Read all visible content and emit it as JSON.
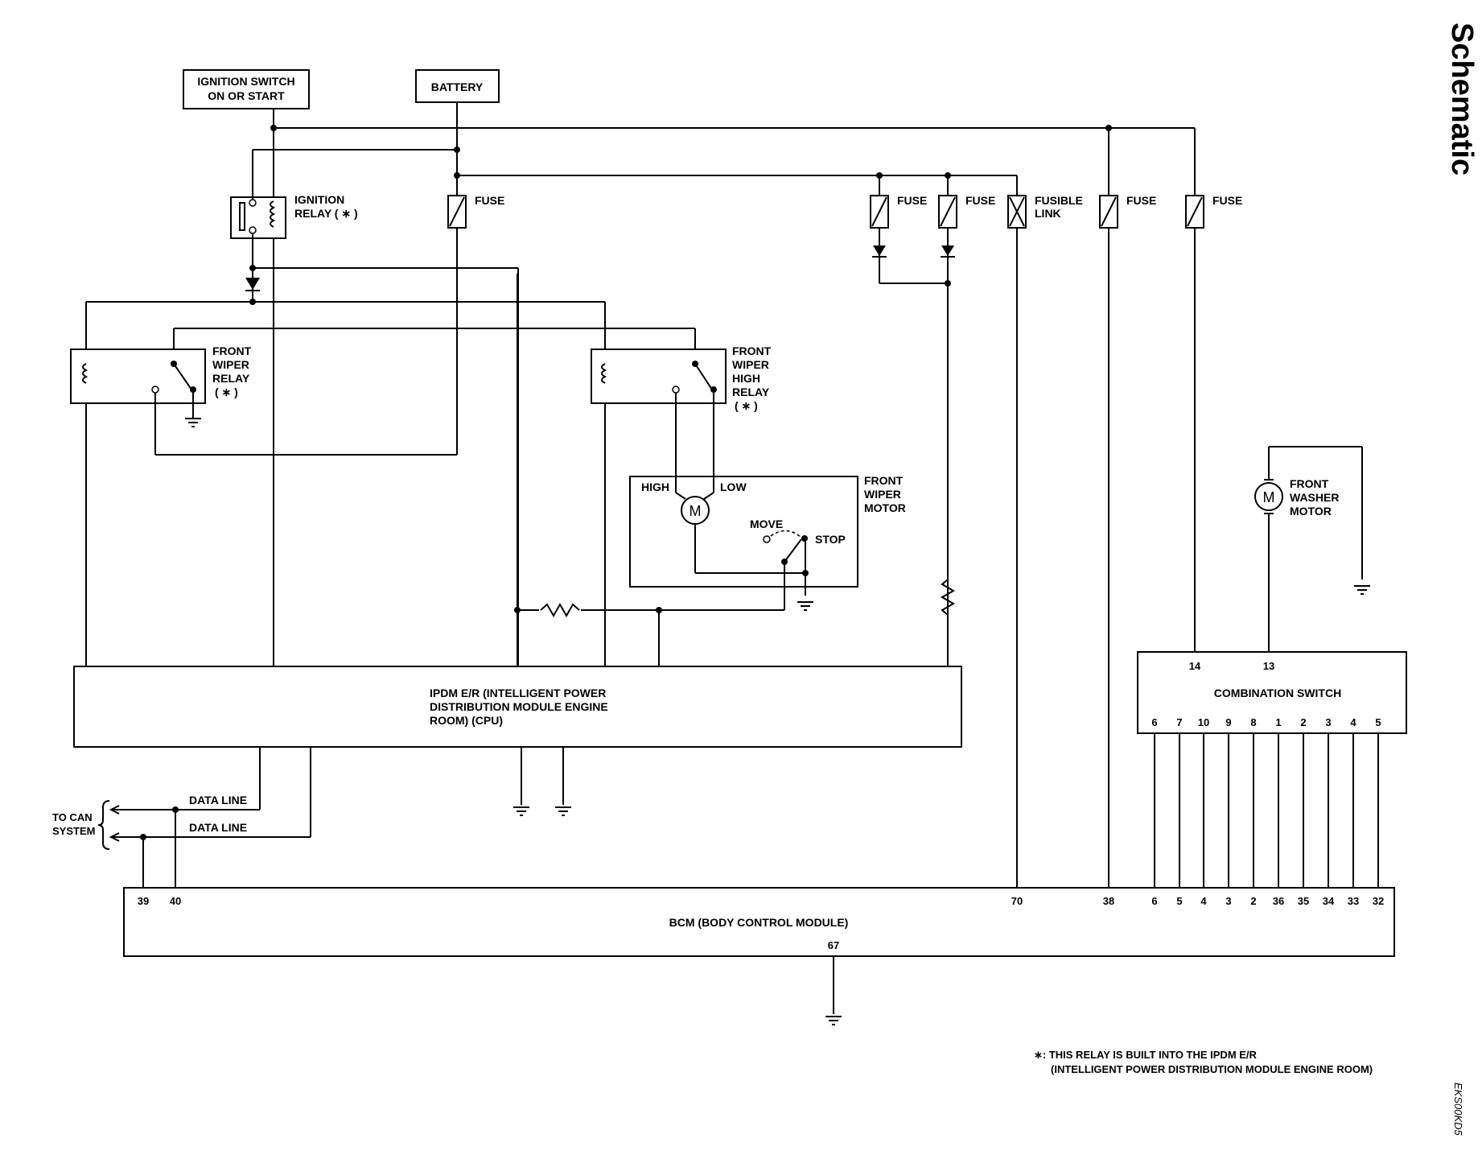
{
  "page": {
    "side_title": "Schematic",
    "side_code": "EKS00KD5"
  },
  "sources": {
    "ignition_switch": [
      "IGNITION SWITCH",
      "ON OR START"
    ],
    "battery": "BATTERY"
  },
  "components": {
    "ignition_relay": [
      "IGNITION",
      "RELAY ( ∗ )"
    ],
    "front_wiper_relay": [
      "FRONT",
      "WIPER",
      "RELAY",
      "( ∗ )"
    ],
    "front_wiper_high_relay": [
      "FRONT",
      "WIPER",
      "HIGH",
      "RELAY",
      "( ∗ )"
    ],
    "front_wiper_motor": {
      "label": [
        "FRONT",
        "WIPER",
        "MOTOR"
      ],
      "high": "HIGH",
      "low": "LOW",
      "move": "MOVE",
      "stop": "STOP",
      "motor_symbol": "M"
    },
    "front_washer_motor": {
      "label": [
        "FRONT",
        "WASHER",
        "MOTOR"
      ],
      "motor_symbol": "M"
    },
    "ipdm": [
      "IPDM E/R (INTELLIGENT POWER",
      "DISTRIBUTION MODULE ENGINE",
      "ROOM) (CPU)"
    ],
    "bcm": "BCM (BODY CONTROL MODULE)",
    "combination_switch": "COMBINATION SWITCH"
  },
  "fuses": {
    "fuse_label": "FUSE",
    "fusible_link": [
      "FUSIBLE",
      "LINK"
    ]
  },
  "data_lines": {
    "label_1": "DATA LINE",
    "label_2": "DATA LINE",
    "to_can": [
      "TO CAN",
      "SYSTEM"
    ]
  },
  "pins": {
    "bcm_top": [
      "39",
      "40",
      "70",
      "38",
      "6",
      "5",
      "4",
      "3",
      "2",
      "36",
      "35",
      "34",
      "33",
      "32"
    ],
    "bcm_bottom": "67",
    "combo_top": [
      "14",
      "13"
    ],
    "combo_bottom": [
      "6",
      "7",
      "10",
      "9",
      "8",
      "1",
      "2",
      "3",
      "4",
      "5"
    ]
  },
  "footnote": [
    "∗: THIS RELAY IS BUILT INTO THE IPDM E/R",
    "(INTELLIGENT POWER DISTRIBUTION MODULE ENGINE ROOM)"
  ]
}
